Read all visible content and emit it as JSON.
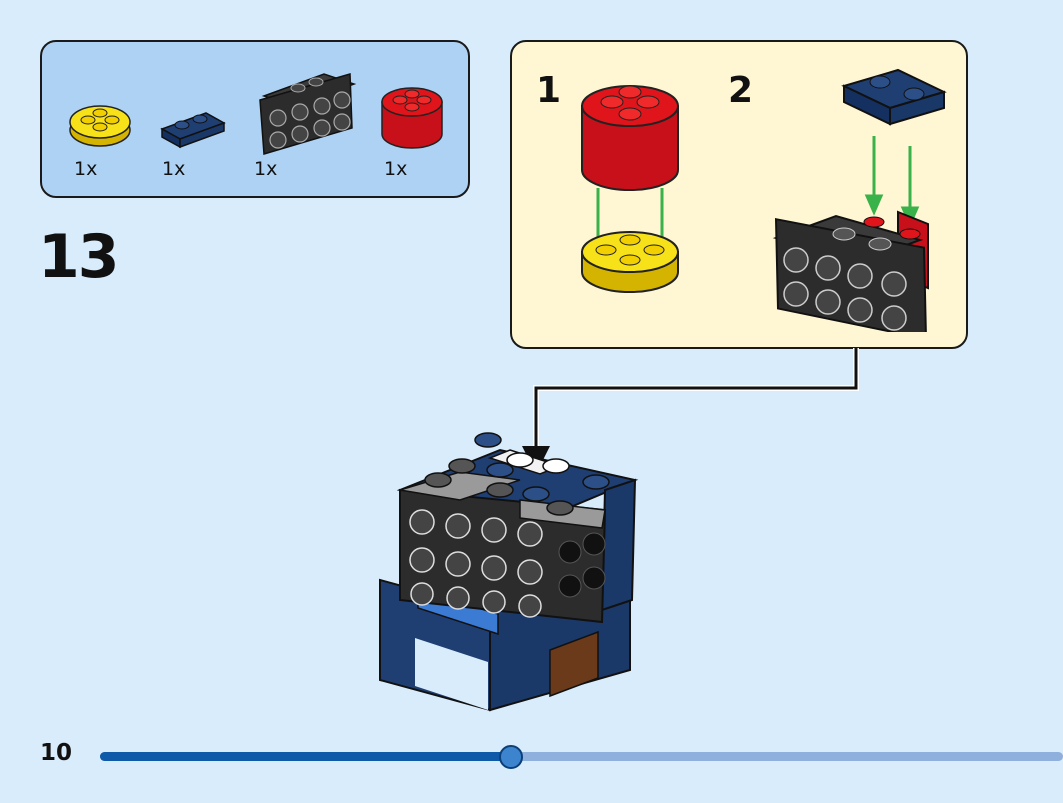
{
  "step": {
    "number": "13"
  },
  "parts": [
    {
      "name": "yellow-round-plate-2x2",
      "qty": "1x",
      "color": "#f7e21a"
    },
    {
      "name": "dark-blue-plate-1x2",
      "qty": "1x",
      "color": "#1f3f73"
    },
    {
      "name": "black-bracket-1x2-2x4",
      "qty": "1x",
      "color": "#2c2c2c"
    },
    {
      "name": "red-round-brick-2x2",
      "qty": "1x",
      "color": "#e0141b"
    }
  ],
  "callout": {
    "substeps": [
      {
        "label": "1"
      },
      {
        "label": "2"
      }
    ]
  },
  "colors": {
    "arrow_green": "#39b24a",
    "background": "#d8ecfb",
    "parts_panel": "#aed2f3",
    "callout_panel": "#fff6d4"
  },
  "footer": {
    "page_number": "10",
    "progress": 0.427
  }
}
